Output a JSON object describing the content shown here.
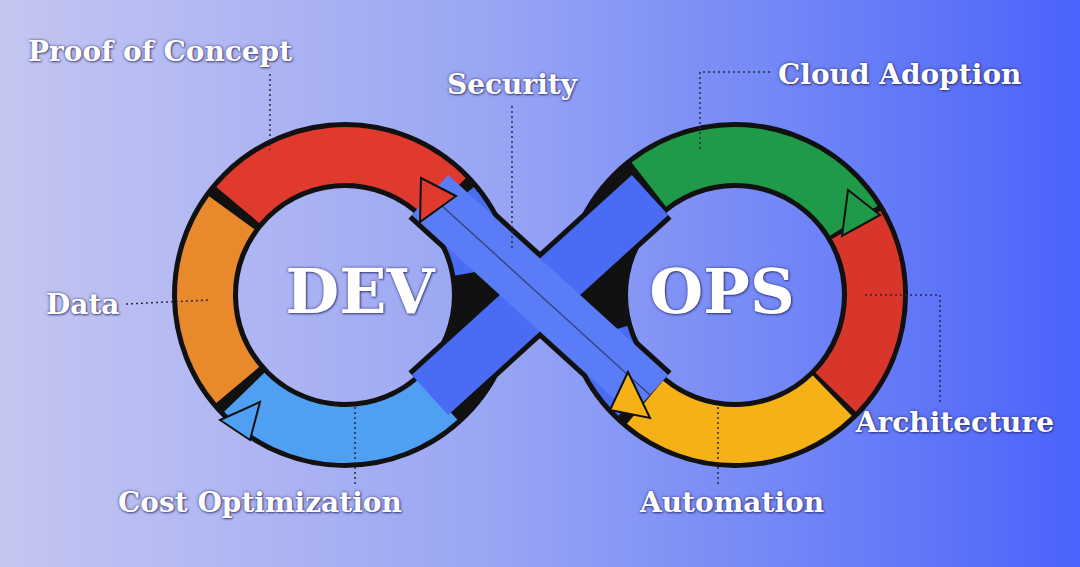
{
  "diagram": {
    "labels": [
      "Proof of Concept",
      "Security",
      "Cloud Adoption",
      "DEV",
      "OPS",
      "Data",
      "Architecture",
      "Cost Optimization",
      "Automation"
    ]
  }
}
